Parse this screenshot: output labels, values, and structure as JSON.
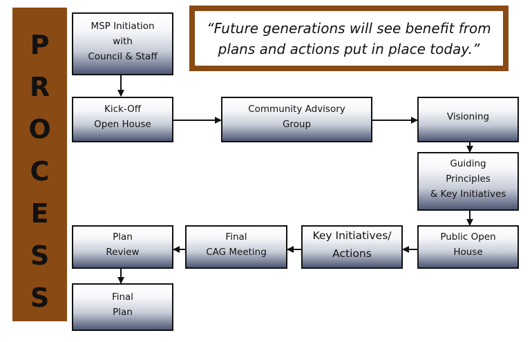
{
  "sidebar": {
    "letters": [
      "P",
      "R",
      "O",
      "C",
      "E",
      "S",
      "S"
    ]
  },
  "quote": {
    "text": "“Future generations will see benefit from\nplans and actions put in place today.”"
  },
  "boxes": {
    "msp_initiation": "MSP Initiation\nwith\nCouncil & Staff",
    "kickoff": "Kick-Off\nOpen House",
    "cag": "Community Advisory\nGroup",
    "visioning": "Visioning",
    "guiding": "Guiding\nPrinciples\n& Key Initiatives",
    "public_open_house": "Public Open\nHouse",
    "key_initiatives": "Key Initiatives/\nActions",
    "final_cag": "Final\nCAG Meeting",
    "plan_review": "Plan\nReview",
    "final_plan": "Final\nPlan"
  },
  "colors": {
    "frame": "#8a4a14",
    "box_dark": "#4d5875",
    "ink": "#111111"
  }
}
